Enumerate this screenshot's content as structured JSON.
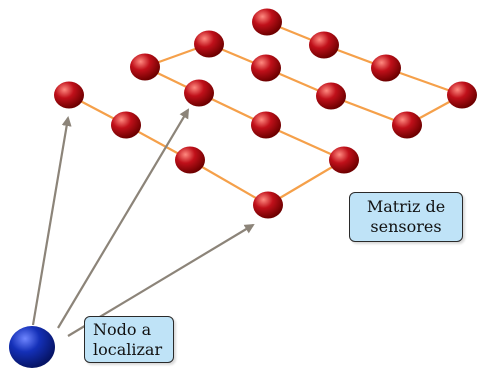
{
  "labels": {
    "matrix": {
      "line1": "Matriz de",
      "line2": "sensores"
    },
    "node": {
      "line1": "Nodo a",
      "line2": "localizar"
    }
  },
  "colors": {
    "sensor": "#c0101a",
    "sensor_dark": "#6e0000",
    "sensor_highlight": "#ff8a80",
    "link": "#f5a04a",
    "arrow": "#8c8479",
    "node": "#1430b8",
    "node_dark": "#061466",
    "label_bg": "#bfe3f7"
  },
  "grid": {
    "rows": 4,
    "cols": 4
  },
  "icons": {
    "sensor": "sensor-node-icon",
    "target": "target-node-icon"
  }
}
